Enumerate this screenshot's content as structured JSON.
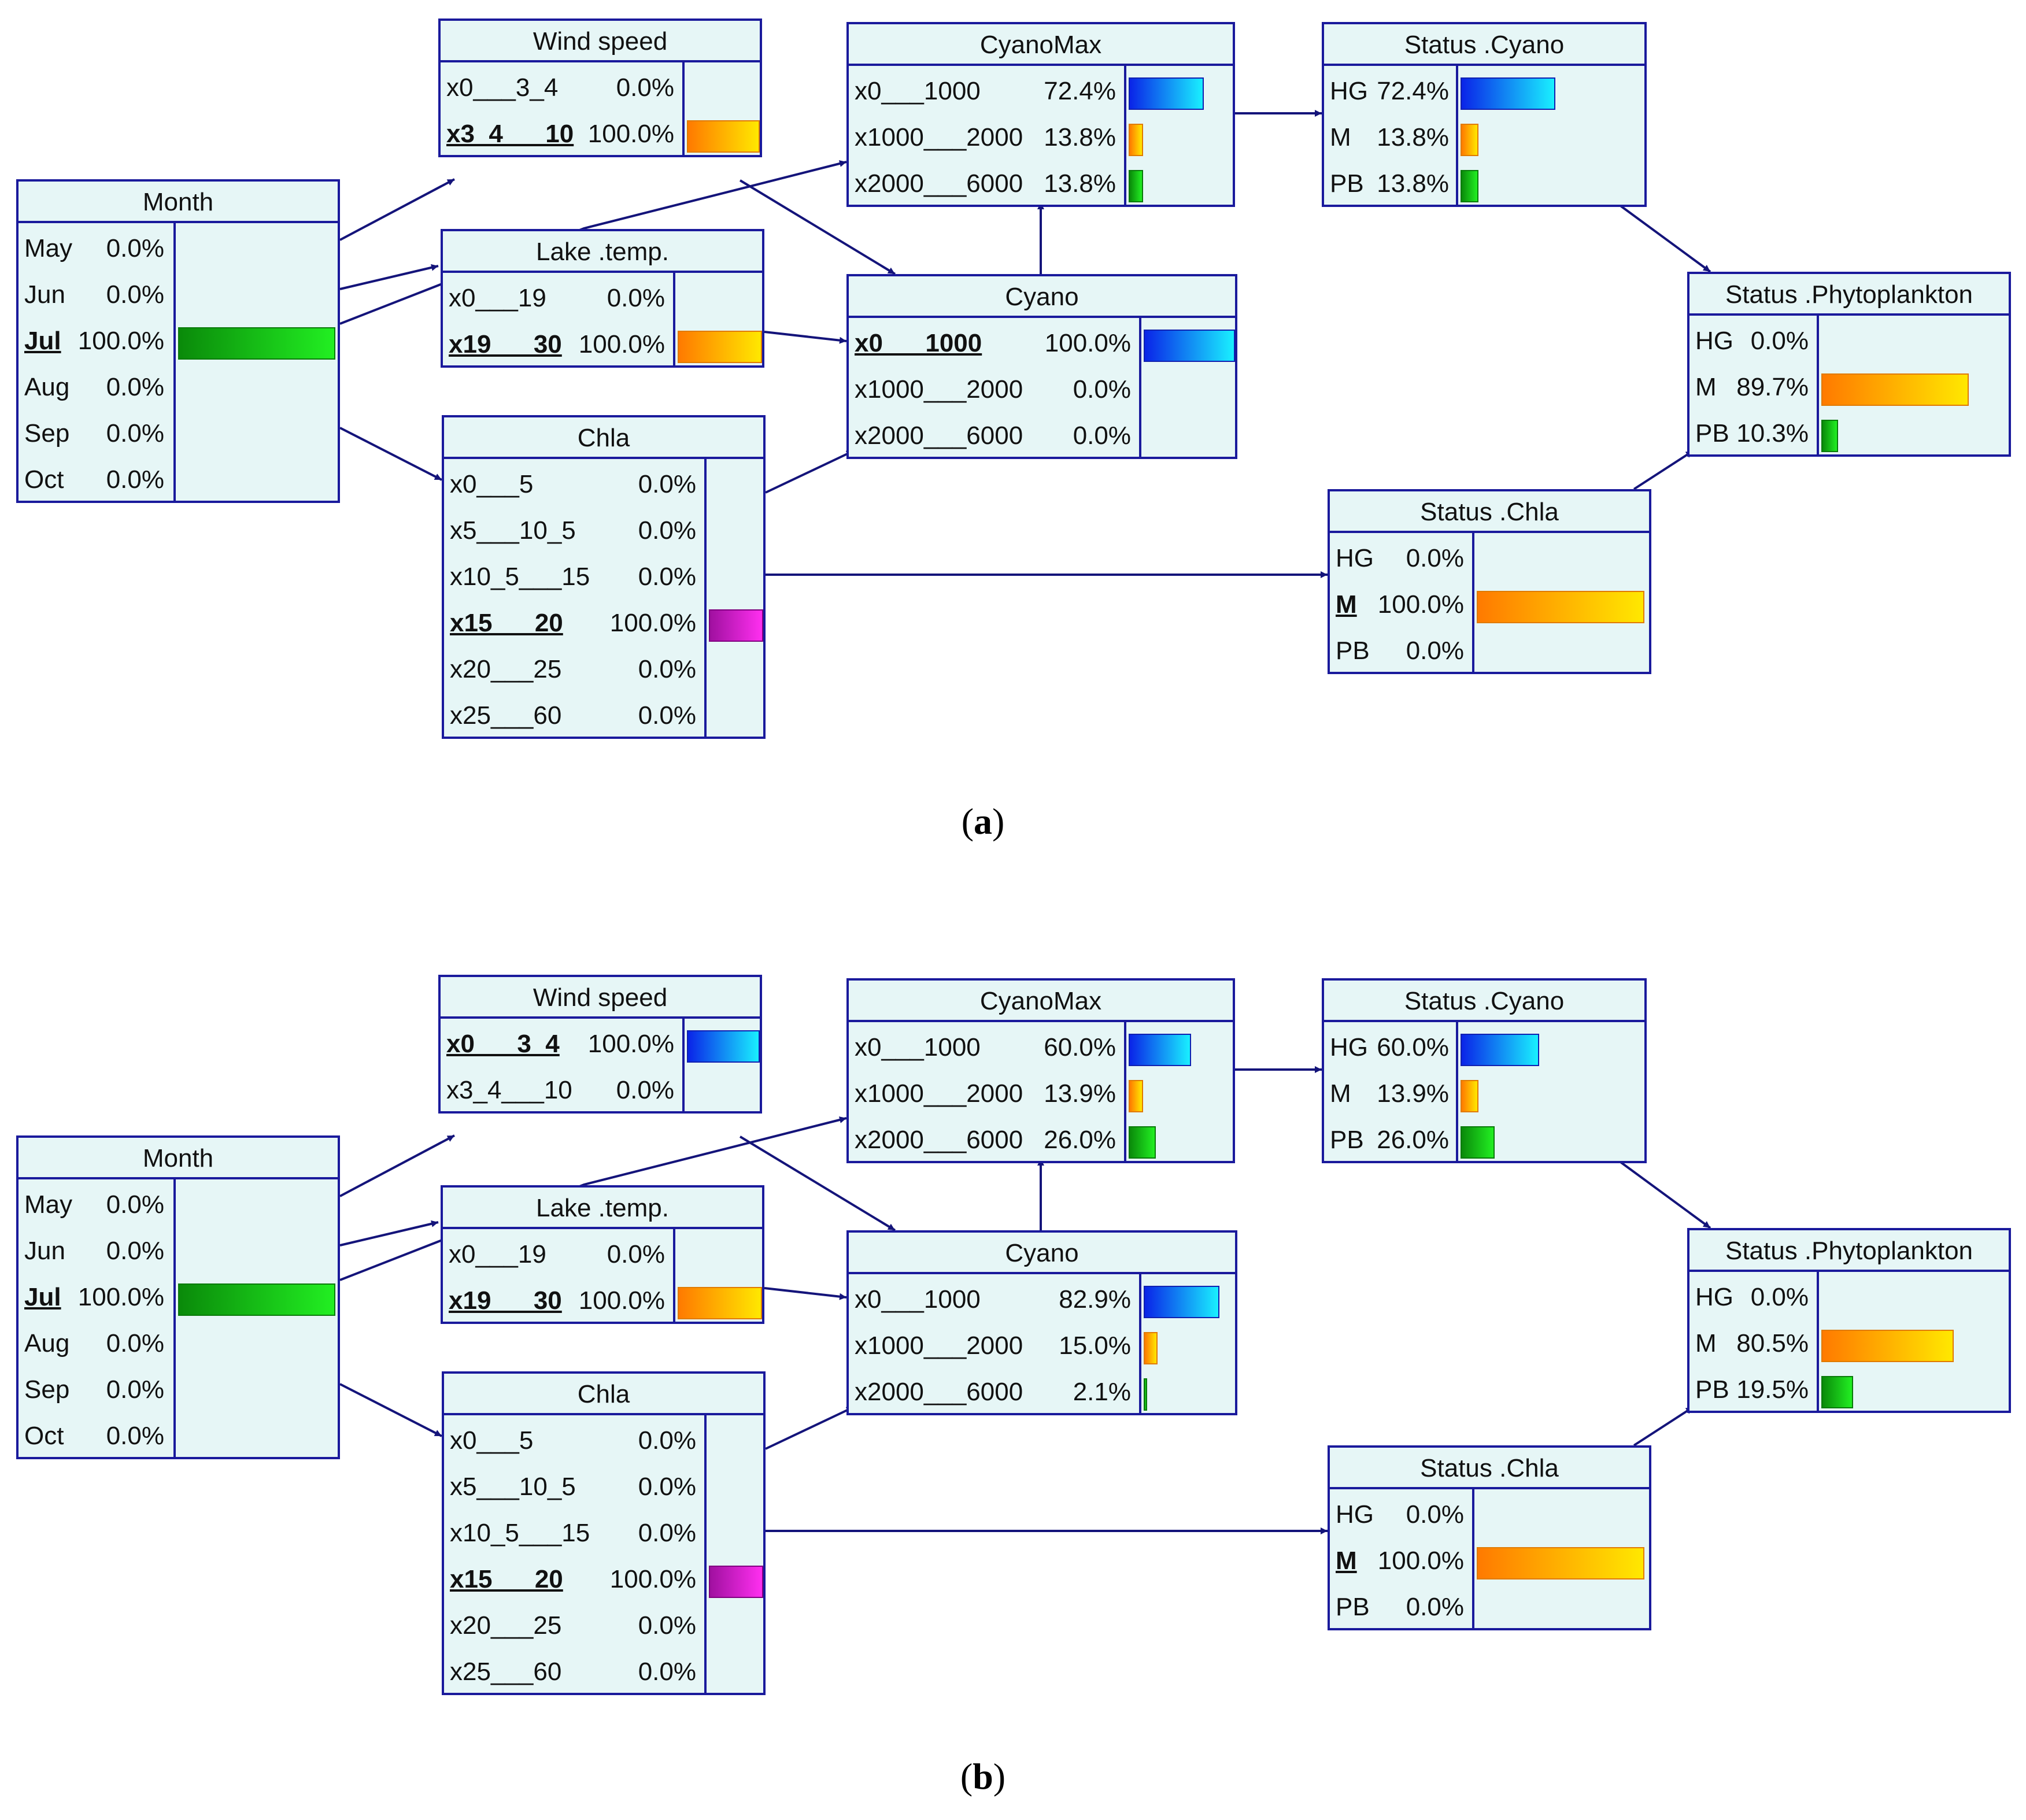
{
  "colors": {
    "node_fill": "#e6f6f6",
    "node_border": "#1a1a9c",
    "edge": "#14147a",
    "bar_blue": "#0a24e8",
    "bar_orange": "#ff9a00",
    "bar_green": "#12c012",
    "bar_magenta": "#c010c0"
  },
  "panels": [
    {
      "caption": {
        "open": "(",
        "letter": "a",
        "close": ")"
      },
      "nodes": [
        {
          "id": "month",
          "title": "Month",
          "states": [
            {
              "label": "May",
              "value": "0.0%",
              "p": 0.0,
              "color": "green",
              "selected": false
            },
            {
              "label": "Jun",
              "value": "0.0%",
              "p": 0.0,
              "color": "green",
              "selected": false
            },
            {
              "label": "Jul",
              "value": "100.0%",
              "p": 1.0,
              "color": "green",
              "selected": true
            },
            {
              "label": "Aug",
              "value": "0.0%",
              "p": 0.0,
              "color": "green",
              "selected": false
            },
            {
              "label": "Sep",
              "value": "0.0%",
              "p": 0.0,
              "color": "green",
              "selected": false
            },
            {
              "label": "Oct",
              "value": "0.0%",
              "p": 0.0,
              "color": "green",
              "selected": false
            }
          ]
        },
        {
          "id": "wind-speed",
          "title": "Wind speed",
          "states": [
            {
              "label": "x0___3_4",
              "value": "0.0%",
              "p": 0.0,
              "color": "orange",
              "selected": false
            },
            {
              "label": "x3_4___10",
              "value": "100.0%",
              "p": 1.0,
              "color": "orange",
              "selected": true
            }
          ]
        },
        {
          "id": "lake-temp",
          "title": "Lake .temp.",
          "states": [
            {
              "label": "x0___19",
              "value": "0.0%",
              "p": 0.0,
              "color": "orange",
              "selected": false
            },
            {
              "label": "x19___30",
              "value": "100.0%",
              "p": 1.0,
              "color": "orange",
              "selected": true
            }
          ]
        },
        {
          "id": "chla",
          "title": "Chla",
          "states": [
            {
              "label": "x0___5",
              "value": "0.0%",
              "p": 0.0,
              "color": "magenta",
              "selected": false
            },
            {
              "label": "x5___10_5",
              "value": "0.0%",
              "p": 0.0,
              "color": "magenta",
              "selected": false
            },
            {
              "label": "x10_5___15",
              "value": "0.0%",
              "p": 0.0,
              "color": "magenta",
              "selected": false
            },
            {
              "label": "x15___20",
              "value": "100.0%",
              "p": 1.0,
              "color": "magenta",
              "selected": true
            },
            {
              "label": "x20___25",
              "value": "0.0%",
              "p": 0.0,
              "color": "magenta",
              "selected": false
            },
            {
              "label": "x25___60",
              "value": "0.0%",
              "p": 0.0,
              "color": "magenta",
              "selected": false
            }
          ]
        },
        {
          "id": "cyanomax",
          "title": "CyanoMax",
          "states": [
            {
              "label": "x0___1000",
              "value": "72.4%",
              "p": 0.724,
              "color": "blue",
              "selected": false
            },
            {
              "label": "x1000___2000",
              "value": "13.8%",
              "p": 0.138,
              "color": "orange",
              "selected": false
            },
            {
              "label": "x2000___6000",
              "value": "13.8%",
              "p": 0.138,
              "color": "green",
              "selected": false
            }
          ]
        },
        {
          "id": "cyano",
          "title": "Cyano",
          "states": [
            {
              "label": "x0___1000",
              "value": "100.0%",
              "p": 1.0,
              "color": "blue",
              "selected": true
            },
            {
              "label": "x1000___2000",
              "value": "0.0%",
              "p": 0.0,
              "color": "orange",
              "selected": false
            },
            {
              "label": "x2000___6000",
              "value": "0.0%",
              "p": 0.0,
              "color": "green",
              "selected": false
            }
          ]
        },
        {
          "id": "status-cyano",
          "title": "Status .Cyano",
          "states": [
            {
              "label": "HG",
              "value": "72.4%",
              "p": 0.724,
              "color": "blue",
              "selected": false
            },
            {
              "label": "M",
              "value": "13.8%",
              "p": 0.138,
              "color": "orange",
              "selected": false
            },
            {
              "label": "PB",
              "value": "13.8%",
              "p": 0.138,
              "color": "green",
              "selected": false
            }
          ]
        },
        {
          "id": "status-phytoplankton",
          "title": "Status .Phytoplankton",
          "states": [
            {
              "label": "HG",
              "value": "0.0%",
              "p": 0.0,
              "color": "blue",
              "selected": false
            },
            {
              "label": "M",
              "value": "89.7%",
              "p": 0.897,
              "color": "orange",
              "selected": false
            },
            {
              "label": "PB",
              "value": "10.3%",
              "p": 0.103,
              "color": "green",
              "selected": false
            }
          ]
        },
        {
          "id": "status-chla",
          "title": "Status .Chla",
          "states": [
            {
              "label": "HG",
              "value": "0.0%",
              "p": 0.0,
              "color": "blue",
              "selected": false
            },
            {
              "label": "M",
              "value": "100.0%",
              "p": 1.0,
              "color": "orange",
              "selected": true
            },
            {
              "label": "PB",
              "value": "0.0%",
              "p": 0.0,
              "color": "green",
              "selected": false
            }
          ]
        }
      ]
    },
    {
      "caption": {
        "open": "(",
        "letter": "b",
        "close": ")"
      },
      "nodes": [
        {
          "id": "month",
          "title": "Month",
          "states": [
            {
              "label": "May",
              "value": "0.0%",
              "p": 0.0,
              "color": "green",
              "selected": false
            },
            {
              "label": "Jun",
              "value": "0.0%",
              "p": 0.0,
              "color": "green",
              "selected": false
            },
            {
              "label": "Jul",
              "value": "100.0%",
              "p": 1.0,
              "color": "green",
              "selected": true
            },
            {
              "label": "Aug",
              "value": "0.0%",
              "p": 0.0,
              "color": "green",
              "selected": false
            },
            {
              "label": "Sep",
              "value": "0.0%",
              "p": 0.0,
              "color": "green",
              "selected": false
            },
            {
              "label": "Oct",
              "value": "0.0%",
              "p": 0.0,
              "color": "green",
              "selected": false
            }
          ]
        },
        {
          "id": "wind-speed",
          "title": "Wind speed",
          "states": [
            {
              "label": "x0___3_4",
              "value": "100.0%",
              "p": 1.0,
              "color": "blue",
              "selected": true
            },
            {
              "label": "x3_4___10",
              "value": "0.0%",
              "p": 0.0,
              "color": "orange",
              "selected": false
            }
          ]
        },
        {
          "id": "lake-temp",
          "title": "Lake .temp.",
          "states": [
            {
              "label": "x0___19",
              "value": "0.0%",
              "p": 0.0,
              "color": "orange",
              "selected": false
            },
            {
              "label": "x19___30",
              "value": "100.0%",
              "p": 1.0,
              "color": "orange",
              "selected": true
            }
          ]
        },
        {
          "id": "chla",
          "title": "Chla",
          "states": [
            {
              "label": "x0___5",
              "value": "0.0%",
              "p": 0.0,
              "color": "magenta",
              "selected": false
            },
            {
              "label": "x5___10_5",
              "value": "0.0%",
              "p": 0.0,
              "color": "magenta",
              "selected": false
            },
            {
              "label": "x10_5___15",
              "value": "0.0%",
              "p": 0.0,
              "color": "magenta",
              "selected": false
            },
            {
              "label": "x15___20",
              "value": "100.0%",
              "p": 1.0,
              "color": "magenta",
              "selected": true
            },
            {
              "label": "x20___25",
              "value": "0.0%",
              "p": 0.0,
              "color": "magenta",
              "selected": false
            },
            {
              "label": "x25___60",
              "value": "0.0%",
              "p": 0.0,
              "color": "magenta",
              "selected": false
            }
          ]
        },
        {
          "id": "cyanomax",
          "title": "CyanoMax",
          "states": [
            {
              "label": "x0___1000",
              "value": "60.0%",
              "p": 0.6,
              "color": "blue",
              "selected": false
            },
            {
              "label": "x1000___2000",
              "value": "13.9%",
              "p": 0.139,
              "color": "orange",
              "selected": false
            },
            {
              "label": "x2000___6000",
              "value": "26.0%",
              "p": 0.26,
              "color": "green",
              "selected": false
            }
          ]
        },
        {
          "id": "cyano",
          "title": "Cyano",
          "states": [
            {
              "label": "x0___1000",
              "value": "82.9%",
              "p": 0.829,
              "color": "blue",
              "selected": false
            },
            {
              "label": "x1000___2000",
              "value": "15.0%",
              "p": 0.15,
              "color": "orange",
              "selected": false
            },
            {
              "label": "x2000___6000",
              "value": "2.1%",
              "p": 0.021,
              "color": "green",
              "selected": false
            }
          ]
        },
        {
          "id": "status-cyano",
          "title": "Status .Cyano",
          "states": [
            {
              "label": "HG",
              "value": "60.0%",
              "p": 0.6,
              "color": "blue",
              "selected": false
            },
            {
              "label": "M",
              "value": "13.9%",
              "p": 0.139,
              "color": "orange",
              "selected": false
            },
            {
              "label": "PB",
              "value": "26.0%",
              "p": 0.26,
              "color": "green",
              "selected": false
            }
          ]
        },
        {
          "id": "status-phytoplankton",
          "title": "Status .Phytoplankton",
          "states": [
            {
              "label": "HG",
              "value": "0.0%",
              "p": 0.0,
              "color": "blue",
              "selected": false
            },
            {
              "label": "M",
              "value": "80.5%",
              "p": 0.805,
              "color": "orange",
              "selected": false
            },
            {
              "label": "PB",
              "value": "19.5%",
              "p": 0.195,
              "color": "green",
              "selected": false
            }
          ]
        },
        {
          "id": "status-chla",
          "title": "Status .Chla",
          "states": [
            {
              "label": "HG",
              "value": "0.0%",
              "p": 0.0,
              "color": "blue",
              "selected": false
            },
            {
              "label": "M",
              "value": "100.0%",
              "p": 1.0,
              "color": "orange",
              "selected": true
            },
            {
              "label": "PB",
              "value": "0.0%",
              "p": 0.0,
              "color": "green",
              "selected": false
            }
          ]
        }
      ]
    }
  ],
  "edges": [
    {
      "from": "month",
      "to": "wind-speed"
    },
    {
      "from": "month",
      "to": "lake-temp"
    },
    {
      "from": "month",
      "to": "chla"
    },
    {
      "from": "month",
      "to": "cyanomax"
    },
    {
      "from": "wind-speed",
      "to": "cyano"
    },
    {
      "from": "lake-temp",
      "to": "cyano"
    },
    {
      "from": "chla",
      "to": "cyano"
    },
    {
      "from": "cyano",
      "to": "cyanomax"
    },
    {
      "from": "cyanomax",
      "to": "status-cyano"
    },
    {
      "from": "status-cyano",
      "to": "status-phytoplankton"
    },
    {
      "from": "chla",
      "to": "status-chla"
    },
    {
      "from": "status-chla",
      "to": "status-phytoplankton"
    }
  ]
}
